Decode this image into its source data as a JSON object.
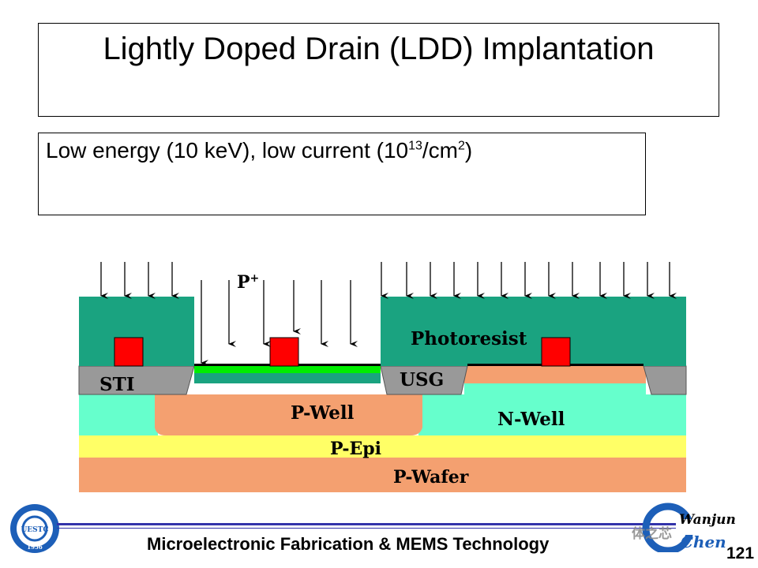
{
  "slide": {
    "title": "Lightly Doped Drain (LDD) Implantation",
    "bullet": {
      "prefix": "Low energy (10 keV), low current (10",
      "exp1": "13",
      "mid": "/cm",
      "exp2": "2",
      "suffix": ")"
    }
  },
  "diagram": {
    "ion_label": "P",
    "ion_charge": "+",
    "labels": {
      "photoresist": "Photoresist",
      "sti": "STI",
      "usg": "USG",
      "pwell": "P-Well",
      "nwell": "N-Well",
      "pepi": "P-Epi",
      "pwafer": "P-Wafer"
    },
    "colors": {
      "photoresist": "#1aa380",
      "pwell": "#f4a070",
      "nwell": "#66ffcc",
      "pepi": "#ffff66",
      "pwafer": "#f4a070",
      "sti": "#999999",
      "gate": "#ff0000",
      "ldd": "#00cc00"
    }
  },
  "footer": {
    "text": "Microelectronic Fabrication & MEMS Technology",
    "page": "121",
    "logo_left_text": "UESTC",
    "logo_left_year": "1956",
    "logo_right_text": "Wanjun",
    "logo_right_sub": "Chen",
    "watermark": "半导体之芯"
  }
}
